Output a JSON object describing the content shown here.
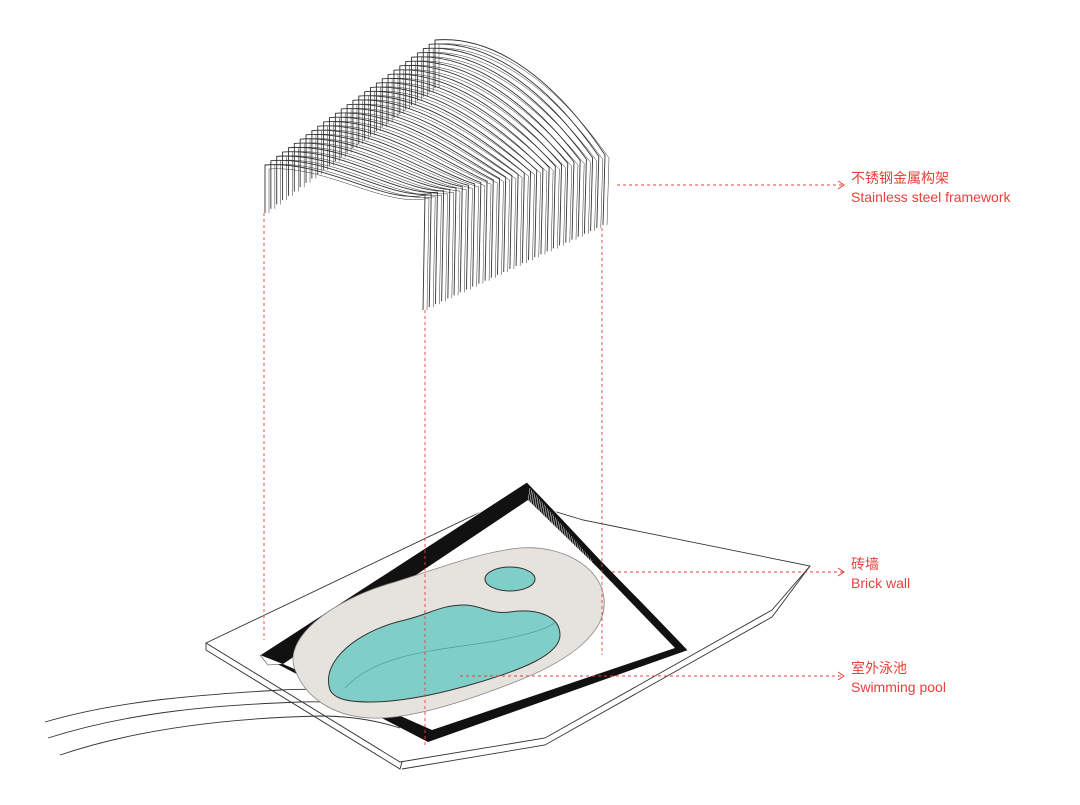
{
  "diagram": {
    "colors": {
      "annotation": "#e8403a",
      "line": "#333333",
      "wall": "#111111",
      "deck": "#e6e2dd",
      "pool": "#7fcfc8",
      "background": "#ffffff"
    },
    "callouts": [
      {
        "id": "framework",
        "zh": "不锈钢金属构架",
        "en": "Stainless steel framework"
      },
      {
        "id": "brick",
        "zh": "砖墙",
        "en": "Brick wall"
      },
      {
        "id": "pool",
        "zh": "室外泳池",
        "en": "Swimming pool"
      }
    ]
  }
}
